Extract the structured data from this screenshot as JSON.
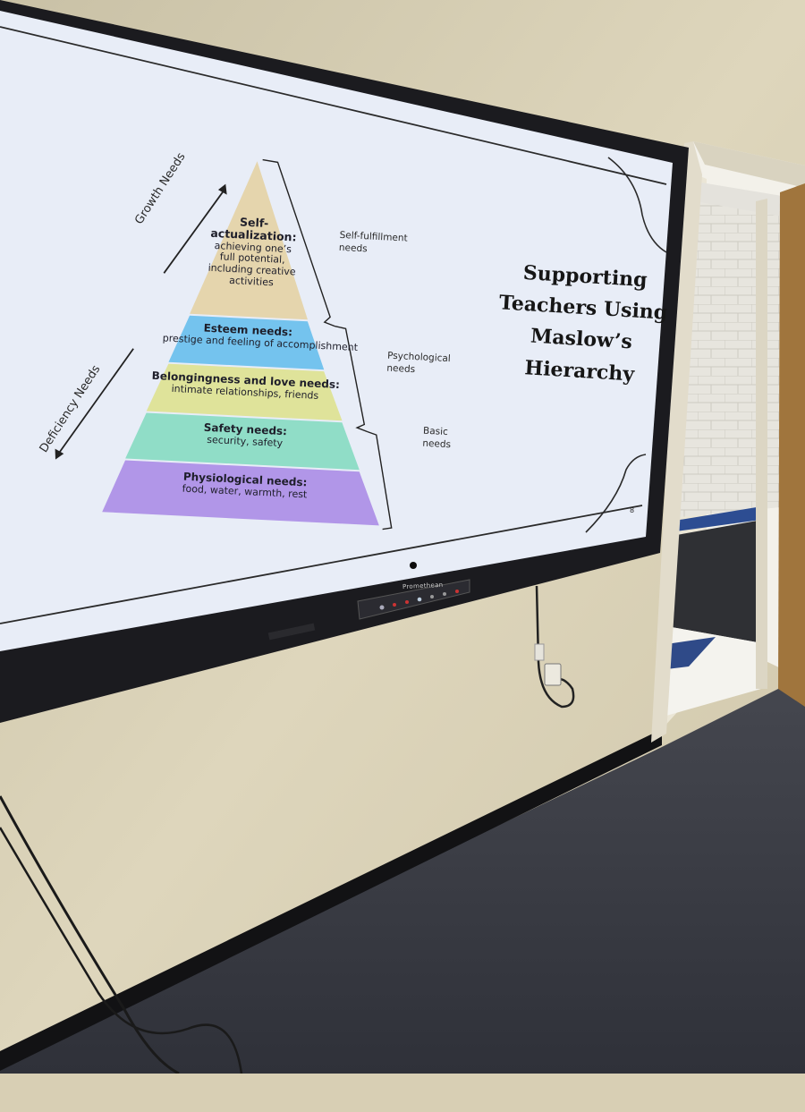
{
  "slide": {
    "title_lines": [
      "Supporting",
      "Teachers Using",
      "Maslow’s",
      "Hierarchy"
    ],
    "page_number": "8",
    "growth_label": "Growth Needs",
    "deficiency_label": "Deficiency Needs",
    "brackets": {
      "self": [
        "Self-fulfillment",
        "needs"
      ],
      "psych": [
        "Psychological",
        "needs"
      ],
      "basic": [
        "Basic",
        "needs"
      ]
    },
    "tiers": [
      {
        "title_lines": [
          "Self-",
          "actualization:"
        ],
        "desc_lines": [
          "achieving one’s",
          "full potential,",
          "including creative",
          "activities"
        ],
        "color": "#e5d5ad"
      },
      {
        "title_lines": [
          "Esteem needs:"
        ],
        "desc_lines": [
          "prestige and feeling of accomplishment"
        ],
        "color": "#74c3ee"
      },
      {
        "title_lines": [
          "Belongingness and love needs:"
        ],
        "desc_lines": [
          "intimate relationships, friends"
        ],
        "color": "#dfe39a"
      },
      {
        "title_lines": [
          "Safety needs:"
        ],
        "desc_lines": [
          "security, safety"
        ],
        "color": "#90ddc7"
      },
      {
        "title_lines": [
          "Physiological needs:"
        ],
        "desc_lines": [
          "food, water, warmth, rest"
        ],
        "color": "#b196e8"
      }
    ]
  },
  "display": {
    "brand": "Promethean"
  },
  "colors": {
    "wall": "#d8cfb4",
    "bezel": "#1c1c20",
    "screen": "#e9eef8",
    "carpet": "#3a3c44",
    "baseboard": "#111111"
  }
}
